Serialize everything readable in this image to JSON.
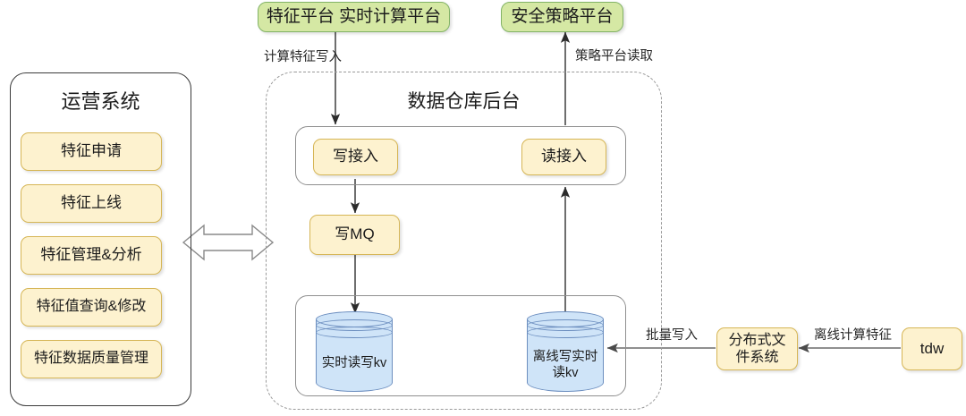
{
  "diagram": {
    "title_hidden": "",
    "colors": {
      "green_fill": "#d5e8a4",
      "green_stroke": "#82b366",
      "yellow_fill": "#fdf2cf",
      "yellow_stroke": "#d6b656",
      "blue_fill": "#cfe4f8",
      "blue_stroke": "#6c8ebf",
      "line": "#666666",
      "dashed_border": "#9a9a9a"
    }
  },
  "top_platforms": [
    {
      "label": "特征平台 实时计算平台"
    },
    {
      "label": "安全策略平台"
    }
  ],
  "ops_panel": {
    "title": "运营系统",
    "items": [
      {
        "label": "特征申请"
      },
      {
        "label": "特征上线"
      },
      {
        "label": "特征管理&分析"
      },
      {
        "label": "特征值查询&修改"
      },
      {
        "label": "特征数据质量管理"
      }
    ]
  },
  "warehouse": {
    "title": "数据仓库后台",
    "access_layer": [
      {
        "label": "写接入"
      },
      {
        "label": "读接入"
      }
    ],
    "queue": {
      "label": "写MQ"
    },
    "storage": [
      {
        "label": "实时读写kv"
      },
      {
        "label": "离线写实时\n读kv"
      }
    ]
  },
  "external": [
    {
      "label": "分布式文\n件系统"
    },
    {
      "label": "tdw"
    }
  ],
  "edge_labels": [
    {
      "label": "计算特征写入"
    },
    {
      "label": "策略平台读取"
    },
    {
      "label": "批量写入"
    },
    {
      "label": "离线计算特征"
    }
  ]
}
